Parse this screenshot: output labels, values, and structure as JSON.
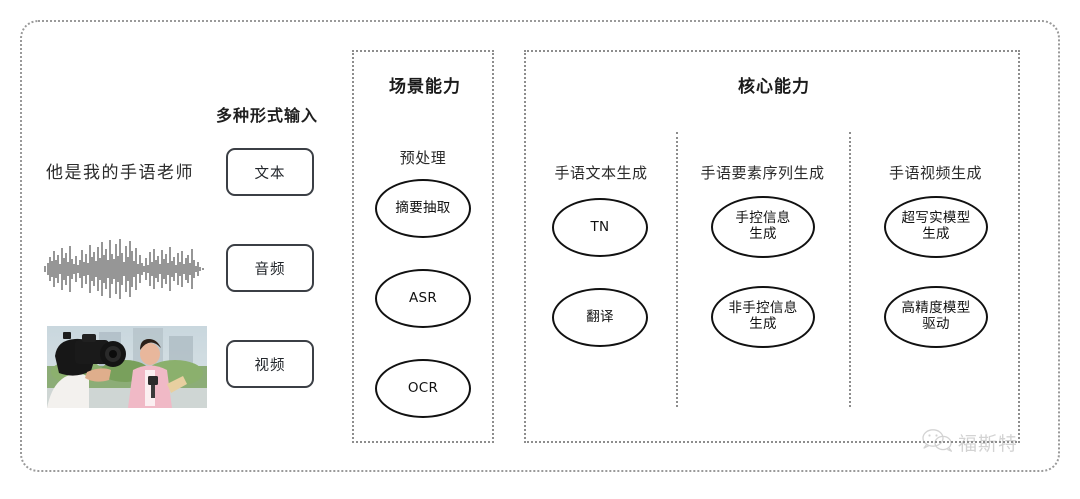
{
  "frame": {
    "border_color": "#9a9a9a"
  },
  "input_panel": {
    "heading": "多种形式输入",
    "sample_sentence": "他是我的手语老师",
    "modalities": [
      {
        "label": "文本",
        "media": "text-sentence"
      },
      {
        "label": "音频",
        "media": "audio-waveform"
      },
      {
        "label": "视频",
        "media": "video-thumbnail"
      }
    ]
  },
  "scene_section": {
    "title": "场景能力",
    "columns": [
      {
        "label": "预处理",
        "nodes": [
          {
            "lines": [
              "摘要抽取"
            ]
          },
          {
            "lines": [
              "ASR"
            ]
          },
          {
            "lines": [
              "OCR"
            ]
          }
        ]
      }
    ]
  },
  "core_section": {
    "title": "核心能力",
    "columns": [
      {
        "label": "手语文本生成",
        "nodes": [
          {
            "lines": [
              "TN"
            ]
          },
          {
            "lines": [
              "翻译"
            ]
          }
        ]
      },
      {
        "label": "手语要素序列生成",
        "nodes": [
          {
            "lines": [
              "手控信息",
              "生成"
            ]
          },
          {
            "lines": [
              "非手控信息",
              "生成"
            ]
          }
        ]
      },
      {
        "label": "手语视频生成",
        "nodes": [
          {
            "lines": [
              "超写实模型",
              "生成"
            ]
          },
          {
            "lines": [
              "高精度模型",
              "驱动"
            ]
          }
        ]
      }
    ]
  },
  "watermark": {
    "icon": "wechat-icon",
    "text": "福斯特",
    "color": "#8e8e8e"
  }
}
